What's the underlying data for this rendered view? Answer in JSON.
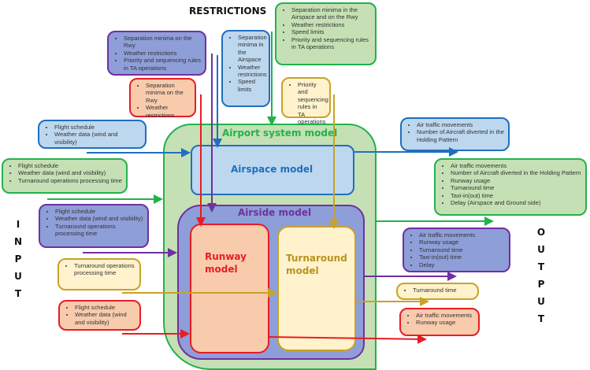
{
  "titles": {
    "restrictions": "RESTRICTIONS",
    "input": [
      "I",
      "N",
      "P",
      "U",
      "T"
    ],
    "output": [
      "O",
      "U",
      "T",
      "P",
      "U",
      "T"
    ]
  },
  "models": {
    "airport_system": "Airport system model",
    "airspace": "Airspace model",
    "airside": "Airside model",
    "runway": [
      "Runway",
      "model"
    ],
    "turnaround": [
      "Turnaround",
      "model"
    ]
  },
  "restriction_boxes": {
    "purple": [
      "Separation minima on the Rwy",
      "Weather restrictions",
      "Priority and sequencing rules in TA operations"
    ],
    "red": [
      "Separation minima on the Rwy",
      "Weather restrictions"
    ],
    "blue": [
      "Separation minima in the Airspace",
      "Weather restrictions",
      "Speed limits"
    ],
    "green": [
      "Separation minima in the Airspace and on the Rwy",
      "Weather restrictions",
      "Speed limits",
      "Priority and sequencing rules in TA operations"
    ],
    "gold": [
      "Priority and sequencing rules in TA operations"
    ]
  },
  "input_boxes": {
    "blue": [
      "Flight schedule",
      "Weather data (wind and visibility)"
    ],
    "green": [
      "Flight schedule",
      "Weather data (wind and visibility)",
      "Turnaround operations processing time"
    ],
    "purple": [
      "Flight schedule",
      "Weather data (wind and visibility)",
      "Turnaround operations processing time"
    ],
    "gold": [
      "Turnaround operations processing time"
    ],
    "red": [
      "Flight schedule",
      "Weather data (wind and visibility)"
    ]
  },
  "output_boxes": {
    "blue": [
      "Air traffic movements",
      "Number of Aircraft diverted in the Holding Pattern"
    ],
    "green": [
      "Air traffic movements",
      "Number of Aircraft diverted in the Holding Pattern",
      "Runway usage",
      "Turnaround time",
      "Taxi-in(out) time",
      "Delay (Airspace and Ground side)"
    ],
    "purple": [
      "Air traffic movements",
      "Runway usage",
      "Turnaround time",
      "Taxi-in(out) time",
      "Delay"
    ],
    "gold": [
      "Turnaround time"
    ],
    "red": [
      "Air traffic movements",
      "Runway usage"
    ]
  },
  "colors": {
    "purple": "#7030a0",
    "blue": "#1f6fc0",
    "green": "#22b24c",
    "red": "#e81c24",
    "gold": "#c9a227"
  }
}
